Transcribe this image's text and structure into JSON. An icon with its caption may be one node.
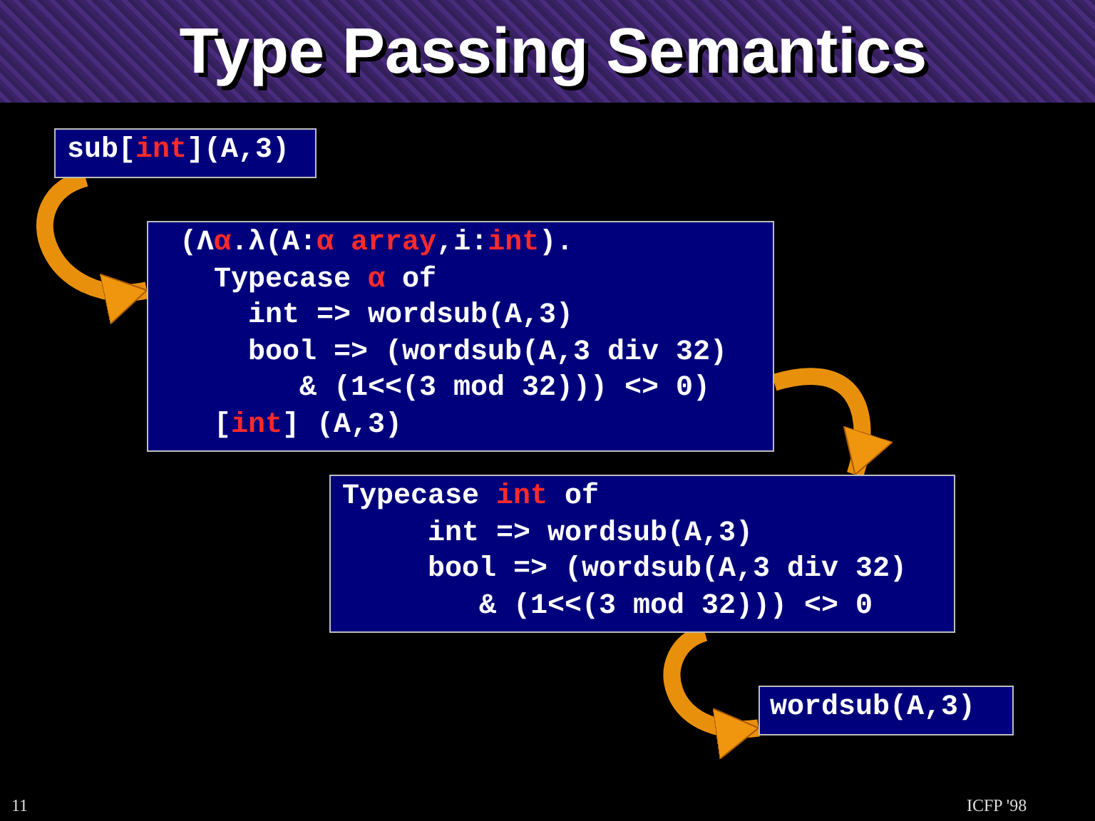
{
  "diagram": {
    "title": "Type Passing Semantics",
    "nodes": [
      {
        "text": [
          "sub[**int**](A,3)"
        ]
      },
      {
        "text": [
          "(Λ**α**.λ(A:**α array**,i:**int**).",
          "Typecase **α** of",
          "int => wordsub(A,3)",
          "bool => (wordsub(A,3 div 32)",
          "& (1<<(3 mod 32))) <> 0)",
          "[**int**] (A,3)"
        ]
      },
      {
        "text": [
          "Typecase **int** of",
          "int => wordsub(A,3)",
          "bool => (wordsub(A,3 div 32)",
          "& (1<<(3 mod 32))) <> 0"
        ]
      },
      {
        "text": [
          "wordsub(A,3)"
        ]
      }
    ],
    "edges": [
      {
        "from": 0,
        "to": 1,
        "arrow": "to"
      },
      {
        "from": 1,
        "to": 2,
        "arrow": "to"
      },
      {
        "from": 2,
        "to": 3,
        "arrow": "to"
      }
    ],
    "labels": [
      "11",
      "ICFP '98"
    ]
  }
}
